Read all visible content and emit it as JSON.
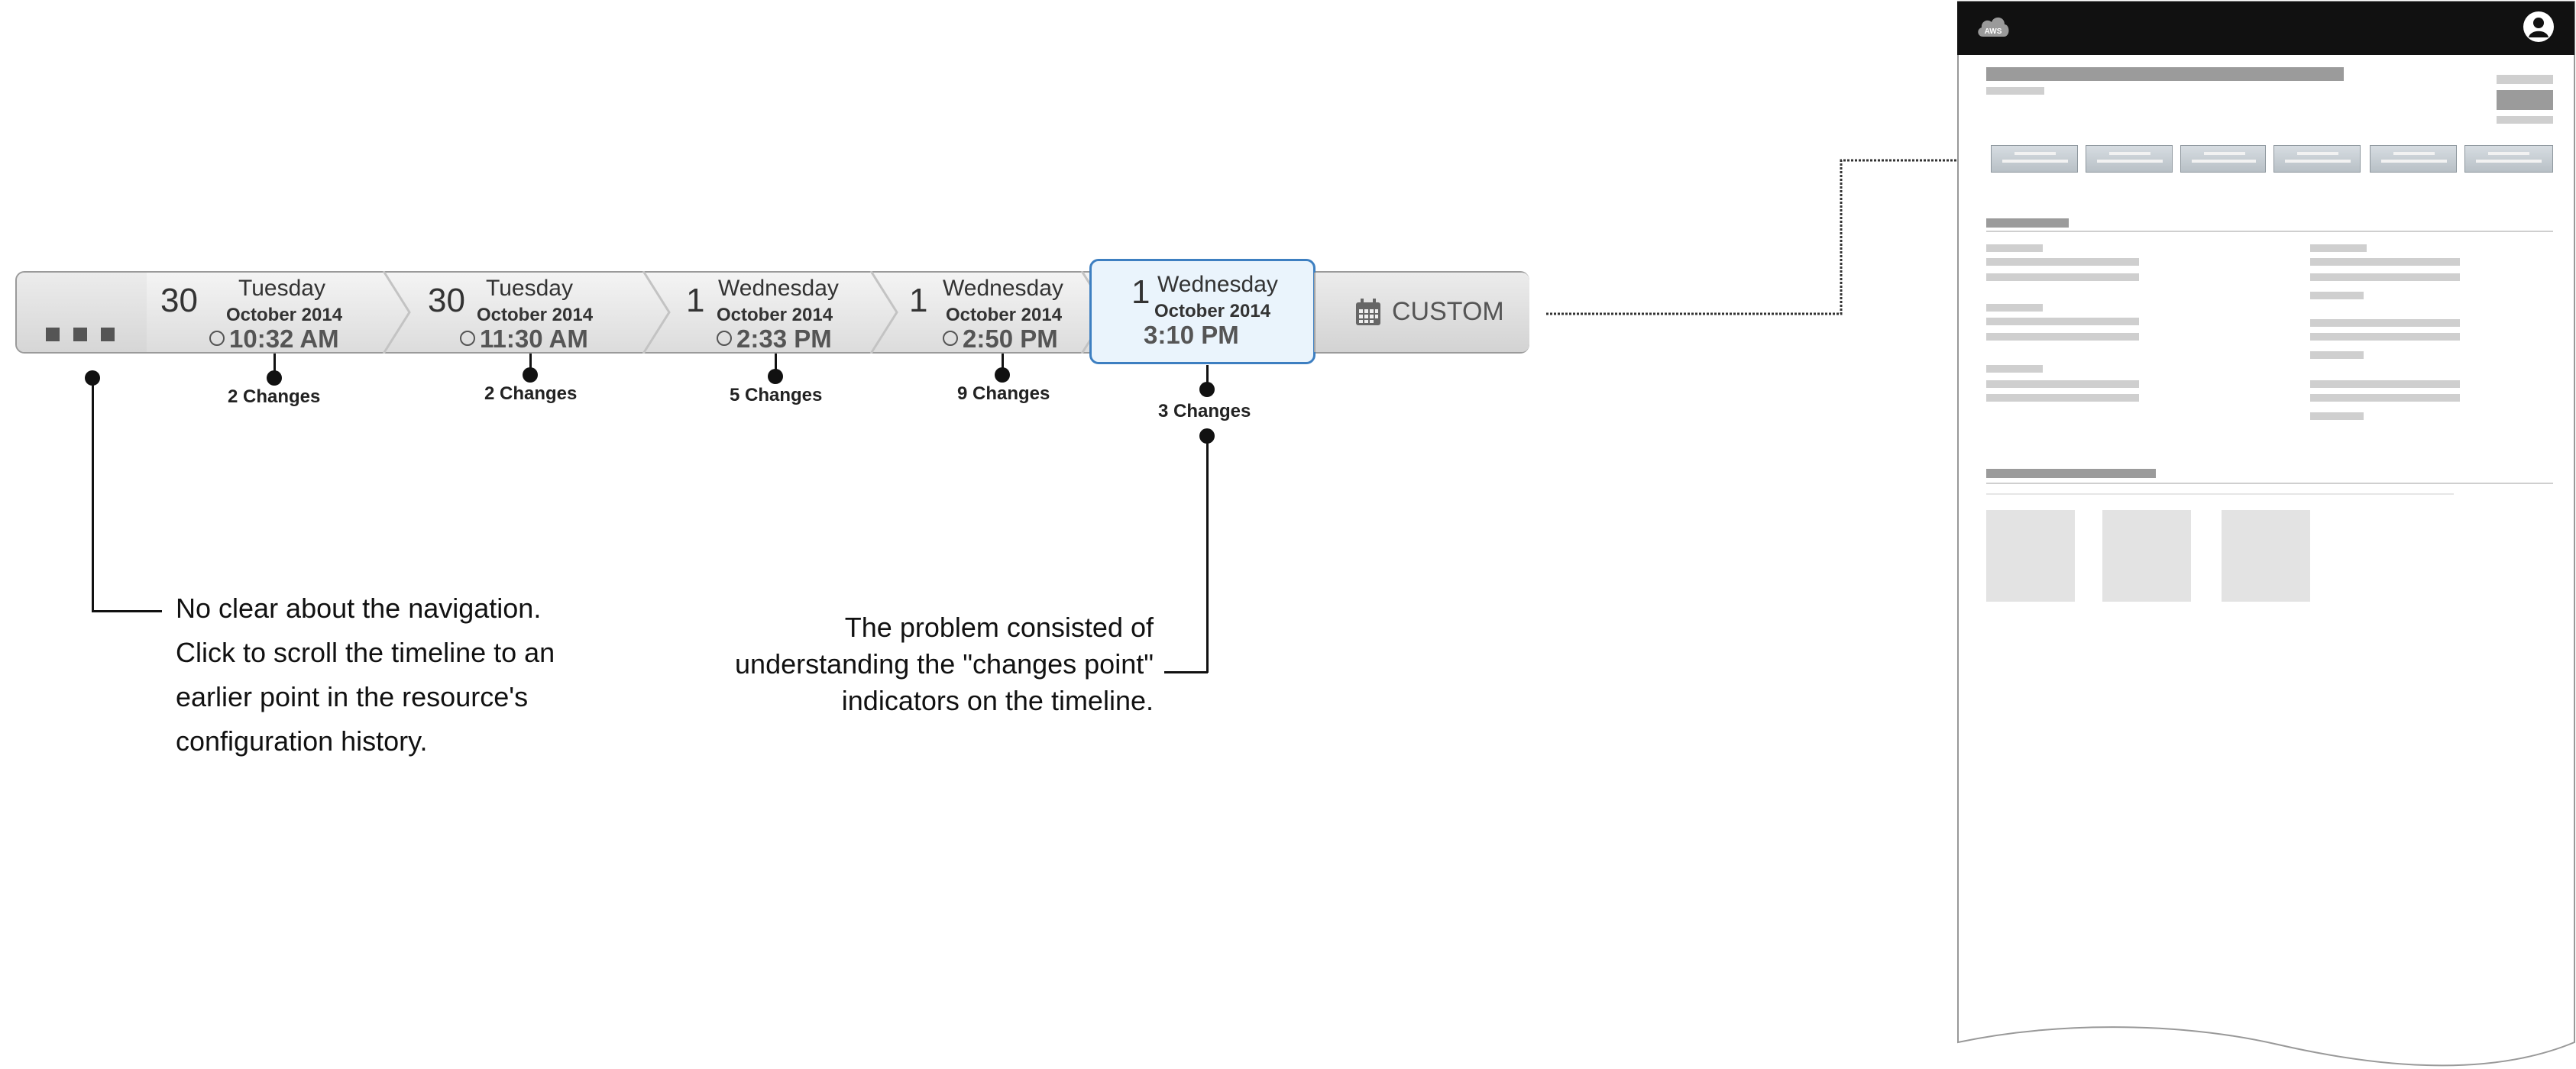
{
  "timeline": {
    "entries": [
      {
        "day": "30",
        "weekday": "Tuesday",
        "month": "October 2014",
        "time": "10:32 AM",
        "changes": "2 Changes"
      },
      {
        "day": "30",
        "weekday": "Tuesday",
        "month": "October 2014",
        "time": "11:30 AM",
        "changes": "2 Changes"
      },
      {
        "day": "1",
        "weekday": "Wednesday",
        "month": "October 2014",
        "time": "2:33 PM",
        "changes": "5 Changes"
      },
      {
        "day": "1",
        "weekday": "Wednesday",
        "month": "October 2014",
        "time": "2:50 PM",
        "changes": "9 Changes"
      },
      {
        "day": "1",
        "weekday": "Wednesday",
        "month": "October 2014",
        "time": "3:10 PM",
        "changes": "3 Changes",
        "selected": true
      }
    ],
    "custom_label": "CUSTOM",
    "icons": {
      "more": "more-dots-icon",
      "clock": "clock-icon",
      "calendar": "calendar-icon"
    }
  },
  "annotations": {
    "navigation_note": [
      "No clear about the navigation.",
      "Click to scroll the timeline to an",
      "earlier point in the resource's",
      "configuration history."
    ],
    "changes_note": [
      "The problem consisted of",
      "understanding the \"changes point\"",
      "indicators on the timeline."
    ]
  },
  "wireframe": {
    "logo_text": "AWS",
    "icons": {
      "logo": "aws-cloud-icon",
      "user": "user-avatar-icon"
    }
  },
  "colors": {
    "selected_fill": "#eaf4fc",
    "selected_border": "#3d7fc1",
    "header": "#111111"
  }
}
